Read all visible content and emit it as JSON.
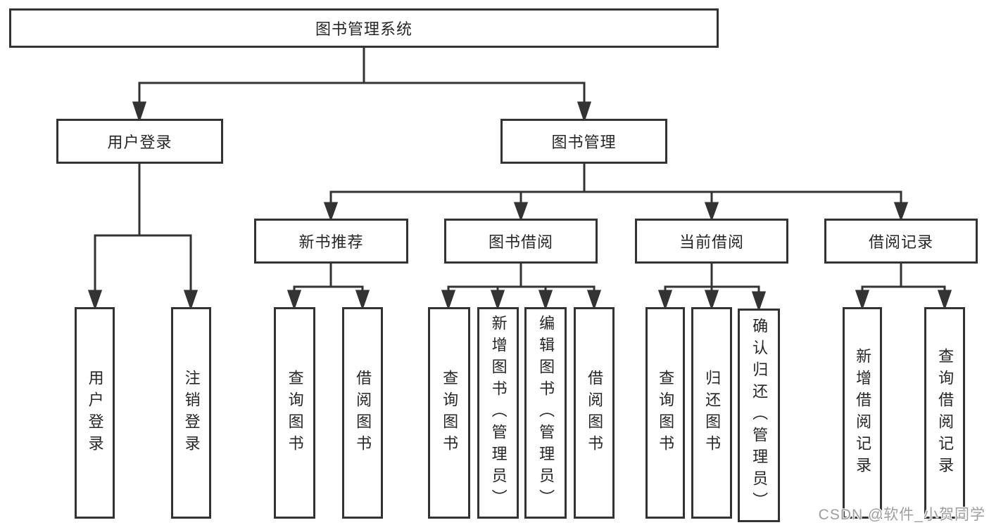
{
  "diagram": {
    "root": {
      "label": "图书管理系统"
    },
    "login_branch": {
      "label": "用户登录",
      "leaves": [
        {
          "label": "用户登录"
        },
        {
          "label": "注销登录"
        }
      ]
    },
    "mgmt_branch": {
      "label": "图书管理",
      "groups": [
        {
          "label": "新书推荐",
          "leaves": [
            {
              "label": "查询图书"
            },
            {
              "label": "借阅图书"
            }
          ]
        },
        {
          "label": "图书借阅",
          "leaves": [
            {
              "label": "查询图书"
            },
            {
              "label": "新增图书（管理员）"
            },
            {
              "label": "编辑图书（管理员）"
            },
            {
              "label": "借阅图书"
            }
          ]
        },
        {
          "label": "当前借阅",
          "leaves": [
            {
              "label": "查询图书"
            },
            {
              "label": "归还图书"
            },
            {
              "label": "确认归还（管理员）"
            }
          ]
        },
        {
          "label": "借阅记录",
          "leaves": [
            {
              "label": "新增借阅记录"
            },
            {
              "label": "查询借阅记录"
            }
          ]
        }
      ]
    },
    "watermark": "CSDN @软件_小贺同学",
    "colors": {
      "line": "#333333",
      "box_border": "#333333",
      "text": "#262626",
      "watermark": "#9e9e9e",
      "background": "#ffffff"
    }
  }
}
